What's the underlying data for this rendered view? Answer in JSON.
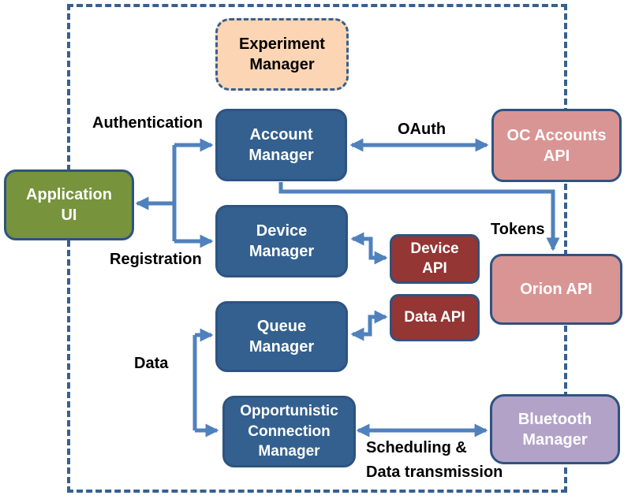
{
  "colors": {
    "arrow": "#4F81BD",
    "frame": "#36608F",
    "box_border": "#2E5380",
    "blue_fill": "#33608F",
    "green_fill": "#77933C",
    "peach_fill": "#FCD5B4",
    "pink_fill": "#D99594",
    "red_fill": "#943634",
    "purple_fill": "#B2A2C7",
    "box_text": "#FFFFFF",
    "label_text": "#000000"
  },
  "boxes": {
    "experiment_manager": {
      "label": "Experiment\nManager"
    },
    "account_manager": {
      "label": "Account\nManager"
    },
    "oc_accounts_api": {
      "label": "OC Accounts\nAPI"
    },
    "application_ui": {
      "label": "Application\nUI"
    },
    "device_manager": {
      "label": "Device\nManager"
    },
    "device_api": {
      "label": "Device\nAPI"
    },
    "orion_api": {
      "label": "Orion API"
    },
    "queue_manager": {
      "label": "Queue\nManager"
    },
    "data_api": {
      "label": "Data API"
    },
    "opportunistic_connection_manager": {
      "label": "Opportunistic\nConnection\nManager"
    },
    "bluetooth_manager": {
      "label": "Bluetooth\nManager"
    }
  },
  "edge_labels": {
    "authentication": "Authentication",
    "oauth": "OAuth",
    "tokens": "Tokens",
    "registration": "Registration",
    "data": "Data",
    "scheduling": "Scheduling &\nData transmission"
  },
  "edges": [
    {
      "from": "junction",
      "to": "application_ui",
      "label": ""
    },
    {
      "from": "junction",
      "to": "account_manager",
      "label": "Authentication"
    },
    {
      "from": "junction",
      "to": "device_manager",
      "label": "Registration"
    },
    {
      "from": "account_manager",
      "to": "oc_accounts_api",
      "label": "OAuth",
      "bidirectional": true
    },
    {
      "from": "account_manager",
      "to": "orion_api",
      "label": "Tokens"
    },
    {
      "from": "device_manager",
      "to": "device_api",
      "bidirectional": true
    },
    {
      "from": "queue_manager",
      "to": "data_api",
      "bidirectional": true
    },
    {
      "from": "data_fork",
      "to": "queue_manager",
      "label": "Data"
    },
    {
      "from": "data_fork",
      "to": "opportunistic_connection_manager",
      "label": "Data"
    },
    {
      "from": "opportunistic_connection_manager",
      "to": "bluetooth_manager",
      "label": "Scheduling & Data transmission",
      "bidirectional": true
    }
  ]
}
